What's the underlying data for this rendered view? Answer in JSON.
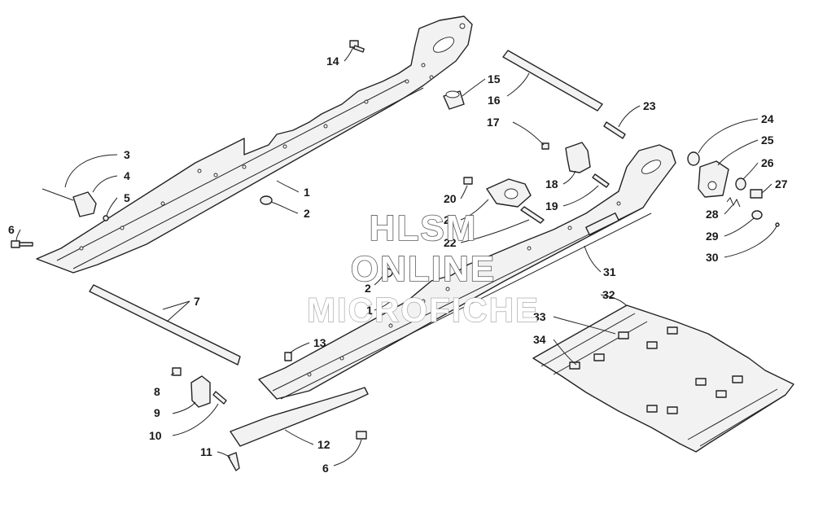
{
  "watermark": {
    "line1": "HLSM",
    "line2": "ONLINE",
    "line3": "MICROFICHE"
  },
  "callouts": [
    {
      "id": "c1a",
      "text": "1"
    },
    {
      "id": "c1b",
      "text": "1"
    },
    {
      "id": "c2a",
      "text": "2"
    },
    {
      "id": "c2b",
      "text": "2"
    },
    {
      "id": "c3",
      "text": "3"
    },
    {
      "id": "c4",
      "text": "4"
    },
    {
      "id": "c5",
      "text": "5"
    },
    {
      "id": "c6a",
      "text": "6"
    },
    {
      "id": "c6b",
      "text": "6"
    },
    {
      "id": "c7",
      "text": "7"
    },
    {
      "id": "c8",
      "text": "8"
    },
    {
      "id": "c9",
      "text": "9"
    },
    {
      "id": "c10",
      "text": "10"
    },
    {
      "id": "c11",
      "text": "11"
    },
    {
      "id": "c12",
      "text": "12"
    },
    {
      "id": "c13",
      "text": "13"
    },
    {
      "id": "c14",
      "text": "14"
    },
    {
      "id": "c15",
      "text": "15"
    },
    {
      "id": "c16",
      "text": "16"
    },
    {
      "id": "c17",
      "text": "17"
    },
    {
      "id": "c18",
      "text": "18"
    },
    {
      "id": "c19",
      "text": "19"
    },
    {
      "id": "c20",
      "text": "20"
    },
    {
      "id": "c21",
      "text": "21"
    },
    {
      "id": "c22",
      "text": "22"
    },
    {
      "id": "c23",
      "text": "23"
    },
    {
      "id": "c24",
      "text": "24"
    },
    {
      "id": "c25",
      "text": "25"
    },
    {
      "id": "c26",
      "text": "26"
    },
    {
      "id": "c27",
      "text": "27"
    },
    {
      "id": "c28",
      "text": "28"
    },
    {
      "id": "c29",
      "text": "29"
    },
    {
      "id": "c30",
      "text": "30"
    },
    {
      "id": "c31",
      "text": "31"
    },
    {
      "id": "c32",
      "text": "32"
    },
    {
      "id": "c33",
      "text": "33"
    },
    {
      "id": "c34",
      "text": "34"
    }
  ]
}
